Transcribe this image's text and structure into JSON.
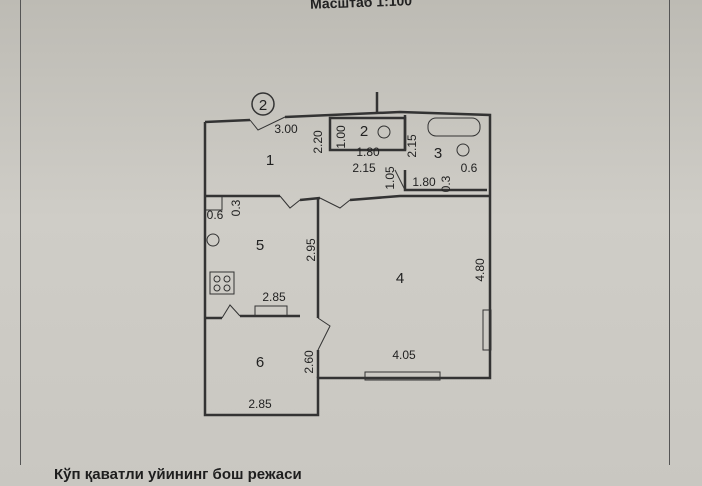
{
  "header": {
    "scale_label": "Масштаб 1:100"
  },
  "footer": {
    "caption": "Кўп қаватли уйининг бош режаси"
  },
  "plan": {
    "marker": "2",
    "rooms": [
      {
        "id": "1"
      },
      {
        "id": "2"
      },
      {
        "id": "3"
      },
      {
        "id": "4"
      },
      {
        "id": "5"
      },
      {
        "id": "6"
      }
    ],
    "dimensions": [
      "3.00",
      "2.20",
      "1.00",
      "1.80",
      "2.15",
      "2.15",
      "1.05",
      "1.80",
      "0.3",
      "0.6",
      "0.6",
      "0.3",
      "2.95",
      "4.80",
      "2.85",
      "4.05",
      "2.60",
      "2.85"
    ]
  }
}
